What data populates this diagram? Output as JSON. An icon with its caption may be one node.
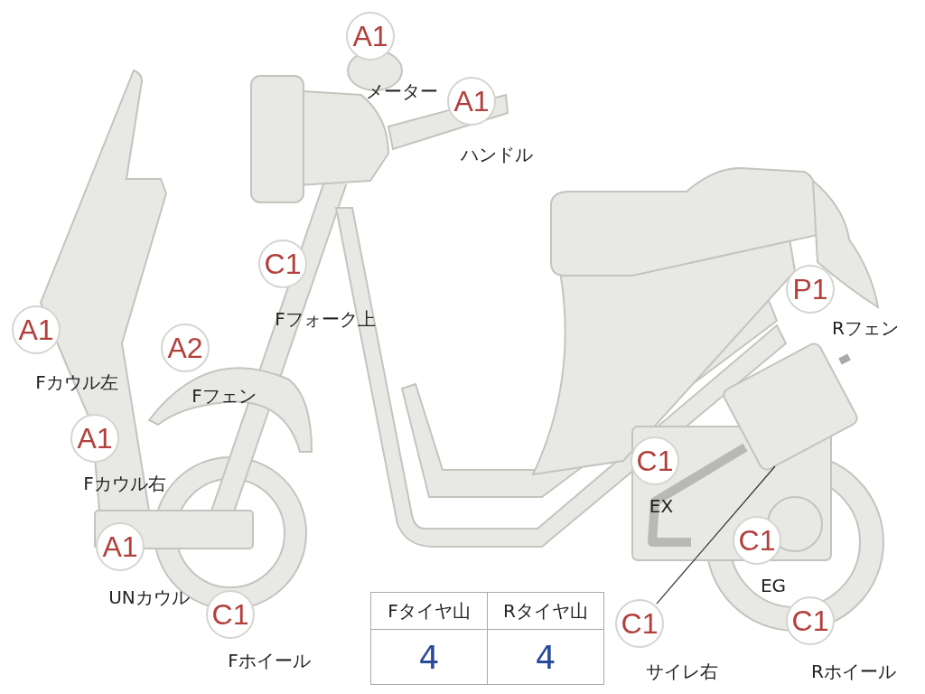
{
  "diagram": {
    "nodes": [
      {
        "text": [
          "A1",
          "メーター"
        ]
      },
      {
        "text": [
          "A1",
          "ハンドル"
        ]
      },
      {
        "text": [
          "C1",
          "Fフォーク上"
        ]
      },
      {
        "text": [
          "P1",
          "Rフェン"
        ]
      },
      {
        "text": [
          "A1",
          "Fカウル左"
        ]
      },
      {
        "text": [
          "A2",
          "Fフェン"
        ]
      },
      {
        "text": [
          "A1",
          "Fカウル右"
        ]
      },
      {
        "text": [
          "C1",
          "EX"
        ]
      },
      {
        "text": [
          "C1",
          "EG"
        ]
      },
      {
        "text": [
          "A1",
          "UNカウル"
        ]
      },
      {
        "text": [
          "C1",
          "Fホイール"
        ]
      },
      {
        "text": [
          "C1",
          "サイレ右"
        ]
      },
      {
        "text": [
          "C1",
          "Rホイール"
        ]
      },
      {
        "text": [],
        "shape": "picture"
      }
    ],
    "edges": [
      {
        "from": 11,
        "to": 13,
        "arrow": "none"
      }
    ],
    "labels": [
      "Fタイヤ山",
      "Rタイヤ山",
      "4",
      "4"
    ]
  }
}
